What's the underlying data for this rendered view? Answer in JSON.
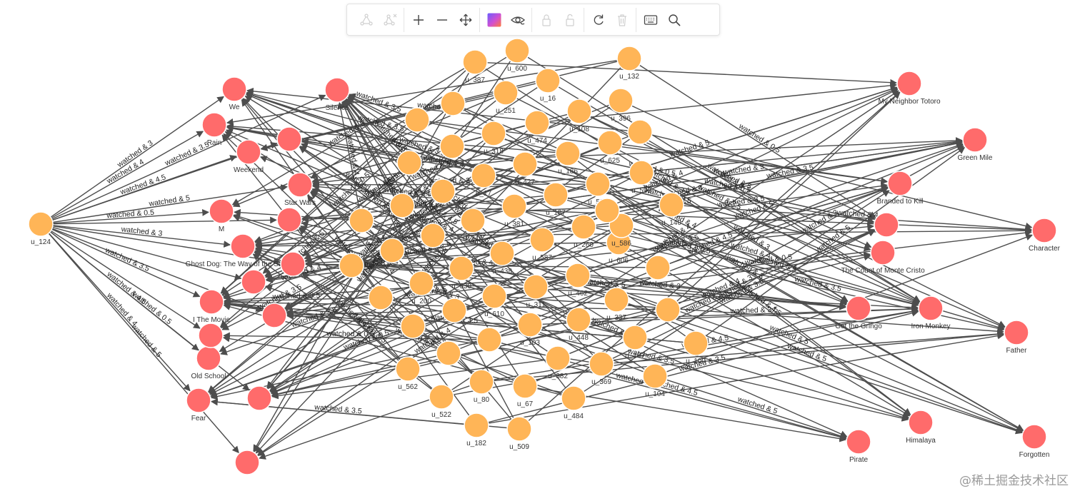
{
  "toolbar": {
    "items": [
      "add-edge-icon",
      "delete-edge-icon",
      "sep",
      "zoom-in-icon",
      "zoom-out-icon",
      "pan-icon",
      "sep",
      "color-palette-icon",
      "visibility-icon",
      "sep",
      "lock-icon",
      "unlock-icon",
      "sep",
      "reset-icon",
      "delete-icon",
      "sep",
      "keyboard-icon",
      "search-icon"
    ],
    "disabled": [
      "add-edge-icon",
      "delete-edge-icon",
      "lock-icon",
      "unlock-icon",
      "delete-icon"
    ]
  },
  "colors": {
    "user": "#FFB557",
    "movie": "#FF6B6B",
    "edge": "#4d4d4d"
  },
  "watermark": "@稀土掘金技术社区",
  "movies": [
    "We",
    "Silence",
    "Rain",
    "Weekend",
    "Star Wars",
    "M",
    "Ghost Dog: The Way of the Samurai",
    "I The Movie",
    "Fear",
    "Old School",
    "My Neighbor Totoro",
    "Green Mile",
    "Branded to Kill",
    "Character",
    "The Count of Monte Cristo",
    "Get the Gringo",
    "Iron Monkey",
    "Father",
    "Himalaya",
    "Pirate",
    "Forgotten"
  ],
  "users": [
    "u_124",
    "u_600",
    "u_387",
    "u_132",
    "u_16",
    "u_251",
    "u_396",
    "u_108",
    "u_474",
    "u_318",
    "u_625",
    "u_186",
    "u_427",
    "u_17",
    "u_596",
    "u_523",
    "u_187",
    "u_140",
    "u_381",
    "u_246",
    "u_606",
    "u_260",
    "u_586",
    "u_587",
    "u_438",
    "u_630",
    "u_462",
    "u_311",
    "u_200",
    "u_610",
    "u_337",
    "u_448",
    "u_103",
    "u_100",
    "u_107",
    "u_382",
    "u_369",
    "u_104",
    "u_562",
    "u_80",
    "u_67",
    "u_484",
    "u_522",
    "u_182",
    "u_509"
  ],
  "edge_labels": [
    "watched & 3",
    "watched & 3.5",
    "watched & 4",
    "watched & 4.5",
    "watched & 5",
    "watched & 0.5"
  ]
}
